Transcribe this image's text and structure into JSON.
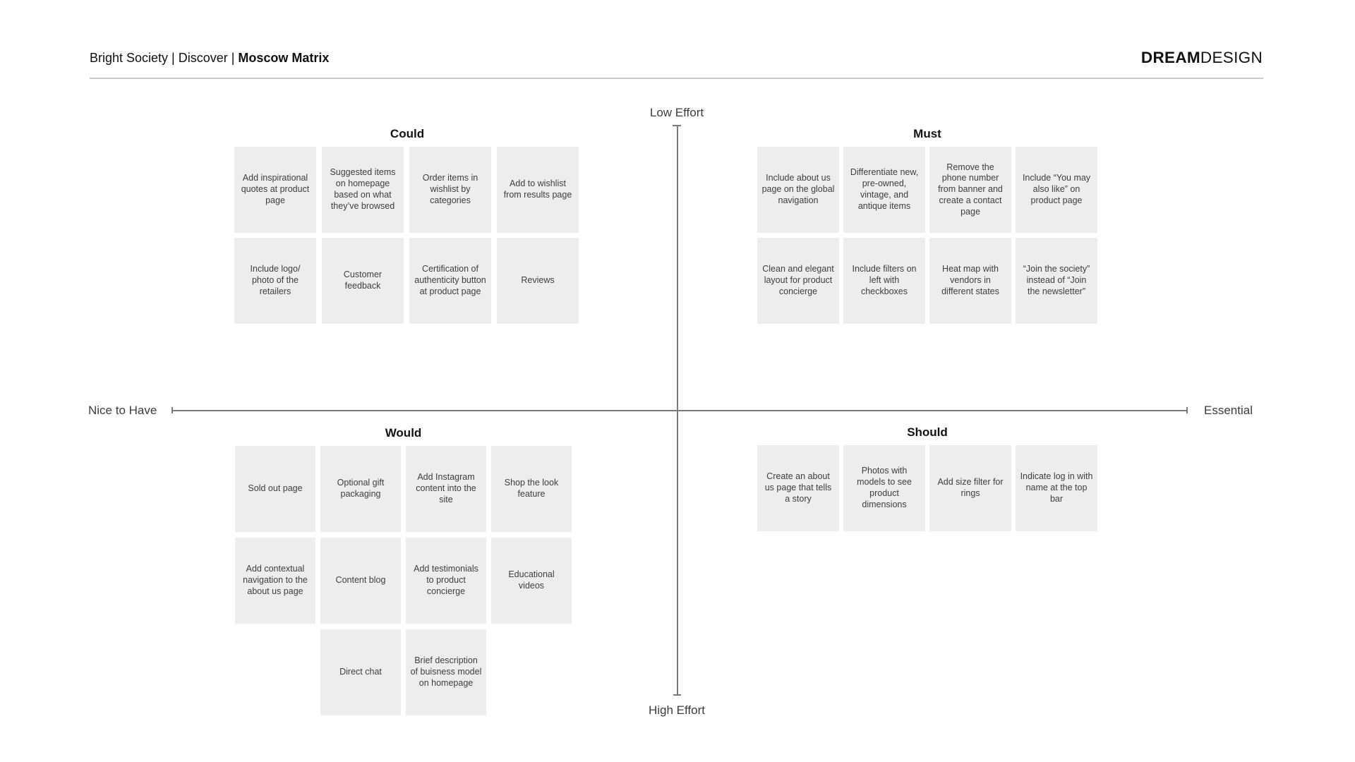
{
  "header": {
    "breadcrumb_prefix": "Bright Society | Discover | ",
    "breadcrumb_current": "Moscow Matrix",
    "logo_bold": "DREAM",
    "logo_regular": "DESIGN"
  },
  "axes": {
    "top_label": "Low Effort",
    "bottom_label": "High Effort",
    "left_label": "Nice to Have",
    "right_label": "Essential"
  },
  "colors": {
    "card_bg": "#ededed",
    "card_text": "#3e3e3e",
    "axis_line": "#7a7a7a",
    "axis_label": "#3c3c3c",
    "title_color": "#111111",
    "divider_color": "#c9c9c9",
    "header_text": "#111111",
    "page_bg": "#ffffff"
  },
  "quadrants": [
    {
      "id": "could",
      "title": "Could",
      "cards": [
        {
          "text": "Add inspirational quotes at product page"
        },
        {
          "text": "Suggested items on homepage based on what they’ve browsed"
        },
        {
          "text": "Order items in wishlist by categories"
        },
        {
          "text": "Add to wishlist from results page"
        },
        {
          "text": "Include logo/ photo of the retailers"
        },
        {
          "text": "Customer feedback"
        },
        {
          "text": "Certification of authenticity button at product page"
        },
        {
          "text": "Reviews"
        }
      ]
    },
    {
      "id": "must",
      "title": "Must",
      "cards": [
        {
          "text": "Include about us page on the global navigation"
        },
        {
          "text": "Differentiate new, pre-owned, vintage, and antique items"
        },
        {
          "text": "Remove the phone number from banner and create a contact page"
        },
        {
          "text": "Include “You may also like” on product page"
        },
        {
          "text": "Clean and elegant layout for product concierge"
        },
        {
          "text": "Include filters on left with checkboxes"
        },
        {
          "text": "Heat map with vendors in different states"
        },
        {
          "text": "“Join the society” instead of “Join the newsletter”"
        }
      ]
    },
    {
      "id": "would",
      "title": "Would",
      "cards": [
        {
          "text": "Sold out page"
        },
        {
          "text": "Optional gift packaging"
        },
        {
          "text": "Add Instagram content into the site"
        },
        {
          "text": "Shop the look feature"
        },
        {
          "text": "Add contextual navigation to the about us page"
        },
        {
          "text": "Content blog"
        },
        {
          "text": "Add testimonials to product concierge"
        },
        {
          "text": "Educational videos"
        },
        {
          "text": "Direct chat",
          "col": 2
        },
        {
          "text": "Brief description of buisness model on homepage",
          "col": 3
        }
      ]
    },
    {
      "id": "should",
      "title": "Should",
      "cards": [
        {
          "text": "Create an about us page that tells a story"
        },
        {
          "text": "Photos with models to see product dimensions"
        },
        {
          "text": "Add size filter for rings"
        },
        {
          "text": "Indicate log in with name at the top bar"
        }
      ]
    }
  ]
}
